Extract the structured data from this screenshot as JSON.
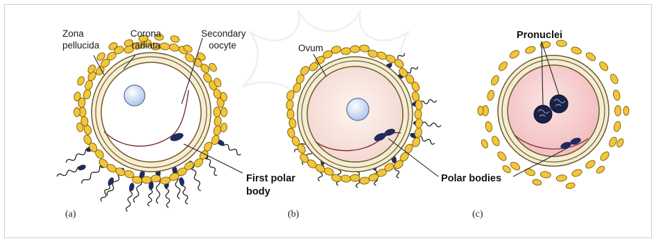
{
  "panels": [
    {
      "letter": "(a)",
      "labels": {
        "zona_line1": "Zona",
        "zona_line2": "pellucida",
        "corona_line1": "Corona",
        "corona_line2": "radiata",
        "secondary_line1": "Secondary",
        "secondary_line2": "oocyte",
        "first_polar_line1": "First polar",
        "first_polar_line2": "body"
      }
    },
    {
      "letter": "(b)",
      "labels": {
        "ovum": "Ovum",
        "polar_bodies": "Polar bodies"
      }
    },
    {
      "letter": "(c)",
      "labels": {
        "pronuclei": "Pronuclei"
      }
    }
  ],
  "colors": {
    "follicle_fill": "#f2c63a",
    "follicle_stroke": "#7a5a00",
    "ovum_fill": "#fbeee3",
    "ovum_pink": "#f6c9cc",
    "nucleus_fill": "#c9d8f2",
    "sperm_head": "#1f2a5e",
    "line": "#222222"
  }
}
